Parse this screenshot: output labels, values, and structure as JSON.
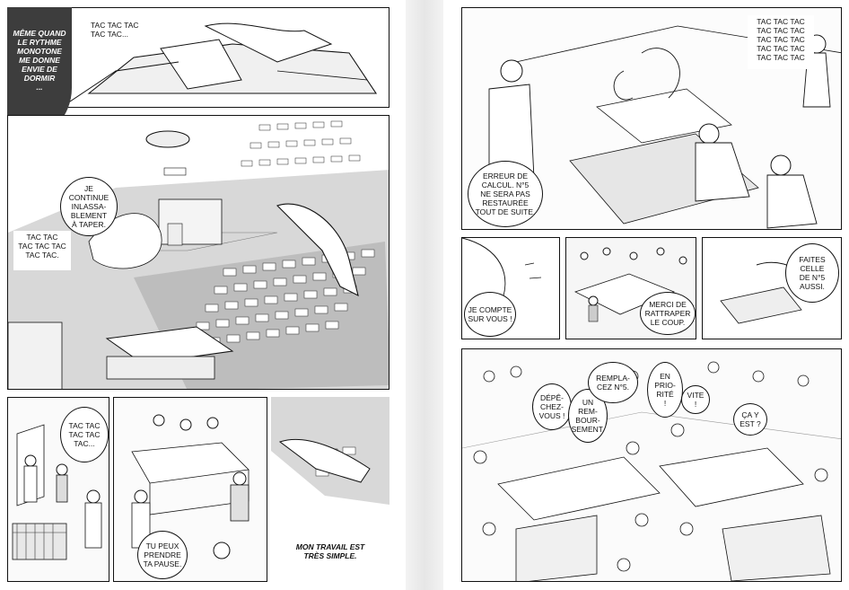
{
  "left_page": {
    "panel1": {
      "caption": "MÊME QUAND\nLE RYTHME\nMONOTONE\nME DONNE\nENVIE DE\nDORMIR\n...",
      "sfx": "TAC TAC TAC\nTAC TAC..."
    },
    "panel2": {
      "thought": "JE\nCONTINUE\nINLASSA-\nBLEMENT\nÀ TAPER.",
      "sfx": "TAC TAC\nTAC TAC TAC\nTAC TAC."
    },
    "panel3": {
      "sfx": "TAC TAC\nTAC TAC\nTAC..."
    },
    "panel4": {
      "speech": "TU PEUX\nPRENDRE\nTA PAUSE.",
      "caption": "MON TRAVAIL EST\nTRÈS SIMPLE."
    }
  },
  "right_page": {
    "panel1": {
      "sfx": "TAC TAC TAC\nTAC TAC TAC\nTAC TAC TAC\nTAC TAC TAC\nTAC TAC TAC",
      "speech": "ERREUR DE\nCALCUL. N°5\nNE SERA PAS\nRESTAURÉE\nTOUT DE SUITE."
    },
    "panel2": {
      "speech": "JE COMPTE\nSUR VOUS !"
    },
    "panel3": {
      "speech": "MERCI DE\nRATTRAPER\nLE COUP."
    },
    "panel4": {
      "speech": "FAITES\nCELLE\nDE N°5\nAUSSI."
    },
    "panel5": {
      "b1": "DÉPÊ-\nCHEZ-\nVOUS !",
      "b2": "UN\nREM-\nBOUR-\nSEMENT.",
      "b3": "REMPLA-\nCEZ N°5.",
      "b4": "EN\nPRIO-\nRITÉ\n!",
      "b5": "VITE\n!",
      "b6": "ÇA Y\nEST ?"
    }
  }
}
